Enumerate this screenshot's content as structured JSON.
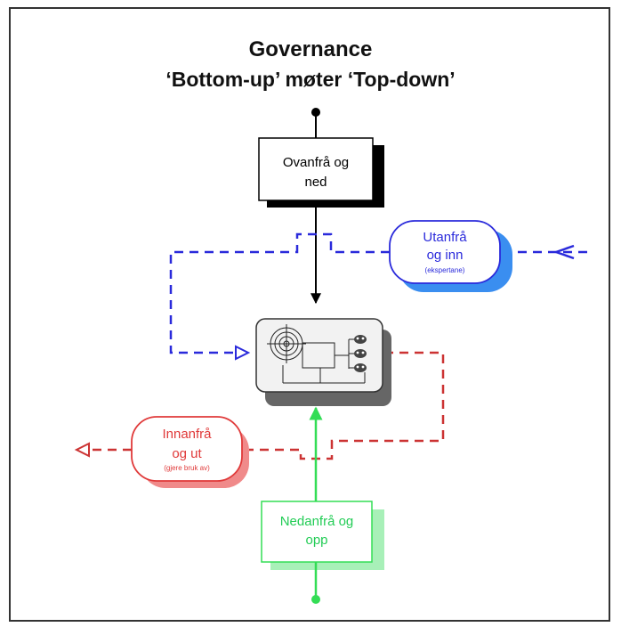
{
  "title": "Governance",
  "subtitle": "‘Bottom-up’ møter ‘Top-down’",
  "nodes": {
    "top": {
      "line1": "Ovanfrå og",
      "line2": "ned",
      "color": "#000000"
    },
    "outside_in": {
      "line1": "Utanfrå",
      "line2": "og inn",
      "note": "(ekspertane)",
      "color": "#2a2adb"
    },
    "inside_out": {
      "line1": "Innanfrå",
      "line2": "og ut",
      "note": "(gjere bruk av)",
      "color": "#e03a3a"
    },
    "bottom": {
      "line1": "Nedanfrå og",
      "line2": "opp",
      "color": "#33dd55"
    }
  },
  "colors": {
    "blue": "#2a2adb",
    "blue_fill": "#3a8ef0",
    "red": "#cc3333",
    "green": "#33dd55",
    "black": "#000000"
  }
}
